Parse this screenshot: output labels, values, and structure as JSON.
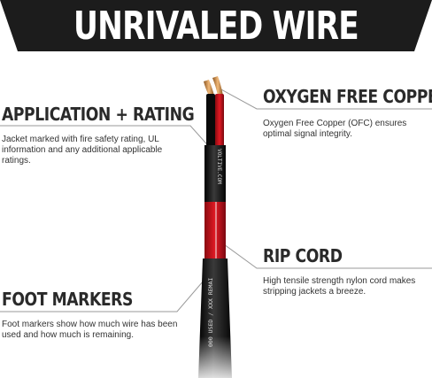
{
  "banner": {
    "title": "UNRIVALED WIRE"
  },
  "callouts": {
    "application": {
      "heading": "APPLICATION + RATING",
      "description": "Jacket marked with fire safety rating, UL information and any additional applicable ratings."
    },
    "foot_markers": {
      "heading": "FOOT MARKERS",
      "description": "Foot markers show how much wire has been used and how much is remaining."
    },
    "oxygen": {
      "heading": "OXYGEN FREE COPPER",
      "description": "Oxygen Free Copper (OFC) ensures optimal signal integrity."
    },
    "rip_cord": {
      "heading": "RIP CORD",
      "description": "High tensile strength nylon cord makes stripping jackets a breeze."
    }
  },
  "wire_print": {
    "upper": "VOLTIVE.COM",
    "lower": "000 USED / XXX REMAI"
  },
  "colors": {
    "banner": "#1c1c1c",
    "jacket": "#111111",
    "red_conductor": "#d4121c",
    "copper": "#c98b4a",
    "leader_line": "#9a9a9a"
  }
}
